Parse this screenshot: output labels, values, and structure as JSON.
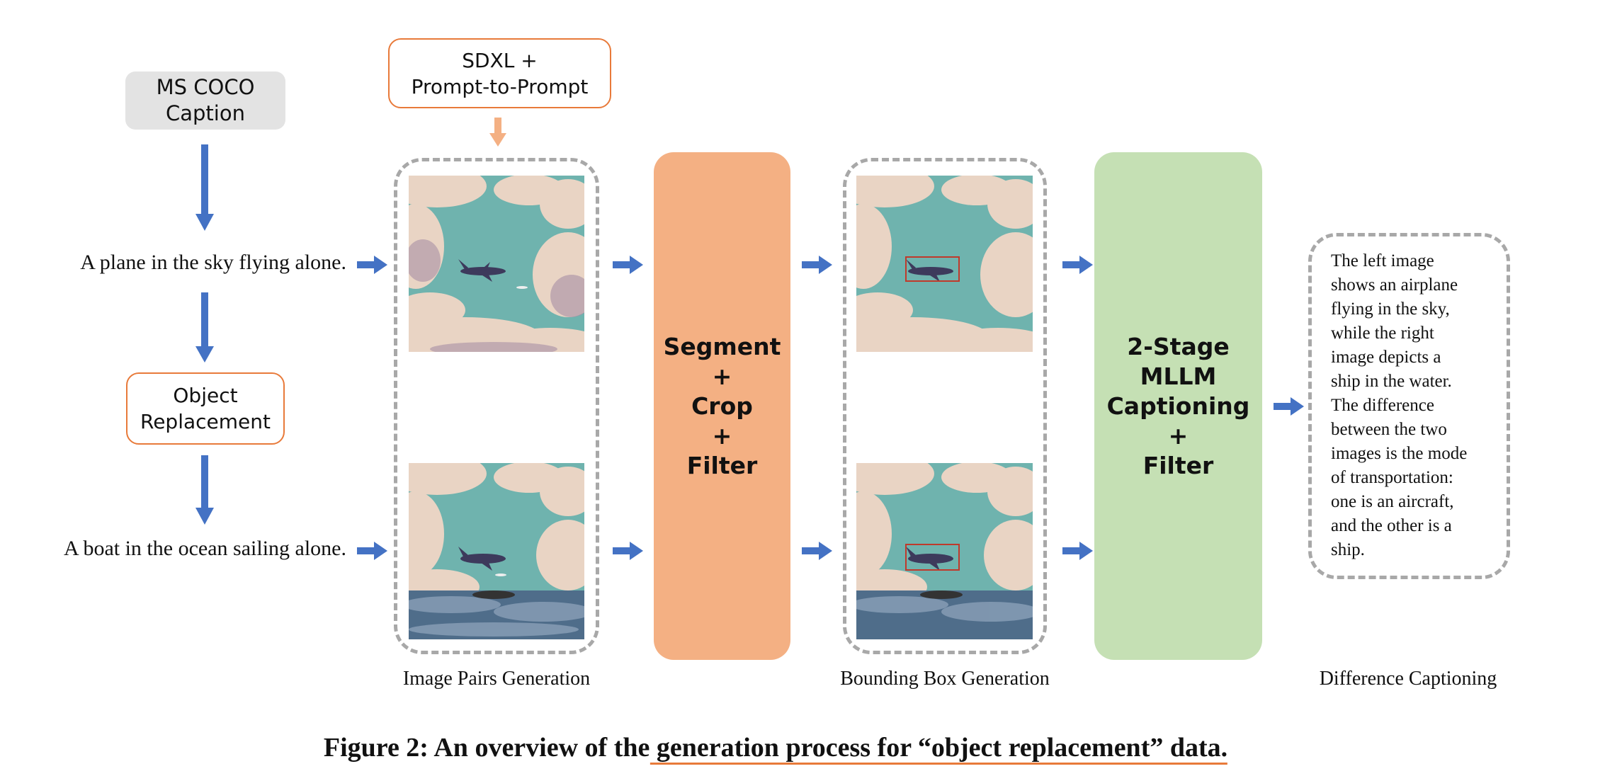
{
  "source": {
    "label": "MS COCO\nCaption",
    "line1": "MS COCO",
    "line2": "Caption"
  },
  "captions": {
    "original": "A plane in the sky flying alone.",
    "replaced": "A boat in the ocean sailing alone."
  },
  "object_replacement": {
    "line1": "Object",
    "line2": "Replacement"
  },
  "generator": {
    "line1": "SDXL +",
    "line2": "Prompt-to-Prompt"
  },
  "segment_box": {
    "l1": "Segment",
    "l2": "+",
    "l3": "Crop",
    "l4": "+",
    "l5": "Filter"
  },
  "mllm_box": {
    "l1": "2-Stage",
    "l2": "MLLM",
    "l3": "Captioning",
    "l4": "+",
    "l5": "Filter"
  },
  "difference_caption": {
    "lines": [
      "The left image",
      "shows an airplane",
      "flying in the sky,",
      "while the right",
      "image depicts a",
      "ship in the water.",
      "The difference",
      "between the two",
      "images is the mode",
      "of transportation:",
      "one is an aircraft,",
      "and the other is a",
      "ship."
    ]
  },
  "stage_labels": {
    "image_pairs": "Image Pairs Generation",
    "bounding_box": "Bounding Box Generation",
    "difference": "Difference Captioning"
  },
  "figure_caption": {
    "part1": "Figure 2: An overview of the",
    "part2": " generation process for “object replacement” data."
  },
  "colors": {
    "arrow_blue": "#4472c4",
    "arrow_orange": "#f4b083",
    "segment_fill": "#f4b083",
    "mllm_fill": "#c5e0b4",
    "outline_orange": "#e87a3a",
    "dashed_gray": "#a8a8a8"
  }
}
